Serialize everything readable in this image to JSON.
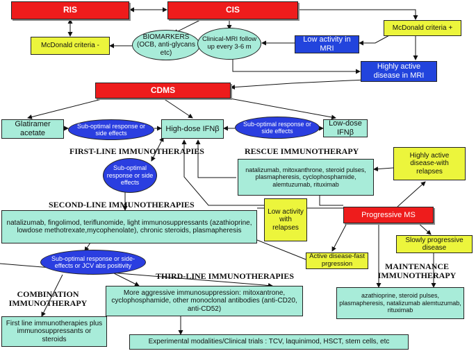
{
  "nodes": {
    "ris": "RIS",
    "cis": "CIS",
    "mcdonald_minus": "McDonald criteria -",
    "mcdonald_plus": "McDonald criteria +",
    "biomarkers": "BIOMARKERS (OCB, anti-glycans etc)",
    "clinical_mri": "Clinical-MRI follow up every 3-6 m",
    "low_activity_mri": "Low activity in MRI",
    "highly_active_mri": "Highly active disease in MRI",
    "cdms": "CDMS",
    "glatiramer": "Glatiramer acetate",
    "suboptimal_left": "Sub-optimal response or side effects",
    "high_dose_ifn": "High-dose IFNβ",
    "suboptimal_right": "Sub-optimal response or side effects",
    "low_dose_ifn": "Low-dose IFNβ",
    "suboptimal_mid": "Sub-optimal response or side effects",
    "rescue_drugs": "natalizumab, mitoxanthrone, steroid pulses, plasmapheresis, cyclophosphamide, alemtuzumab, rituximab",
    "highly_active_relapses": "Highly active disease-with relapses",
    "low_activity_relapses": "Low activity with relapses",
    "progressive_ms": "Progressive MS",
    "second_line_drugs": "natalizumab, fingolimod, teriflunomide, light immunosuppressants (azathioprine, lowdose methotrexate,mycophenolate), chronic steroids, plasmapheresis",
    "slowly_progressive": "Slowly progressive disease",
    "suboptimal_jcv": "Sub-optimal response or side-effects or JCV abs positivity",
    "active_fast": "Active disease-fast prgression",
    "third_line_drugs": "More aggressive immunosuppression: mitoxantrone, cyclophosphamide, other monoclonal antibodies (anti-CD20, anti-CD52)",
    "maintenance_drugs": "azathioprine, steroid pulses, plasmapheresis, natalizumab alemtuzumab, rituximab",
    "combination_drugs": "First line immunotherapies plus immunosuppressants or steroids",
    "experimental": "Experimental modalities/Clinical trials : TCV, laquinimod, HSCT, stem cells, etc"
  },
  "headings": {
    "first_line": "FIRST-LINE IMMUNOTHERAPIES",
    "rescue": "RESCUE IMMUNOTHERAPY",
    "second_line": "SECOND-LINE IMMUNOTHERAPIES",
    "third_line": "THIRD-LINE IMMUNOTHERAPIES",
    "maintenance": "MAINTENANCE IMMUNOTHERAPY",
    "combination": "COMBINATION IMMUNOTHERAPY"
  },
  "colors": {
    "red": "#ee1c1c",
    "yellow": "#ecf53c",
    "blue": "#2244dd",
    "teal": "#a8ecd9",
    "ellipse_blue": "#2a3ee0"
  }
}
